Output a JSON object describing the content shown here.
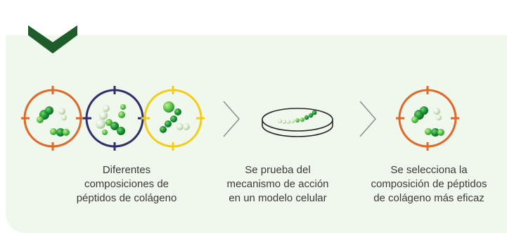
{
  "steps": [
    {
      "caption_lines": [
        "Diferentes",
        "composiciones de",
        "péptidos de colágeno"
      ]
    },
    {
      "caption_lines": [
        "Se prueba del",
        "mecanismo de acción",
        "en un modelo celular"
      ]
    },
    {
      "caption_lines": [
        "Se selecciona la",
        "composición de péptidos",
        "de colágeno más eficaz"
      ]
    }
  ],
  "icons": {
    "chevron": "chevron-down-icon",
    "target_orange": "target-icon",
    "target_navy": "target-icon",
    "target_yellow": "target-icon",
    "arrow": "chevron-right-icon",
    "dish": "petri-dish-icon"
  },
  "colors": {
    "panel_bg": "#f0f7ec",
    "brand_green": "#1f5c2b",
    "target_orange": "#e0692a",
    "target_navy": "#2f2f6e",
    "target_yellow": "#f2cd19",
    "arrow_gray": "#8a8a8a"
  }
}
